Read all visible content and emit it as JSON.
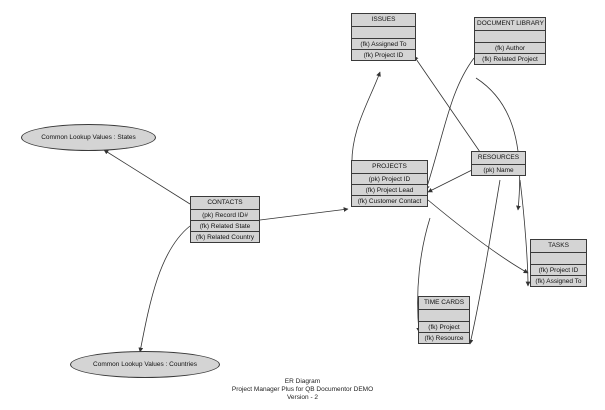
{
  "caption": {
    "line1": "ER Diagram",
    "line2": "Project Manager Plus for QB Documentor DEMO",
    "line3": "Version - 2"
  },
  "lookups": {
    "states": "Common Lookup Values : States",
    "countries": "Common Lookup Values : Countries"
  },
  "entities": {
    "issues": {
      "title": "ISSUES",
      "fields": [
        "(fk) Assigned To",
        "(fk) Project ID"
      ]
    },
    "document_library": {
      "title": "DOCUMENT LIBRARY",
      "fields": [
        "(fk) Author",
        "(fk) Related Project"
      ]
    },
    "contacts": {
      "title": "CONTACTS",
      "fields": [
        "(pk) Record ID#",
        "(fk) Related State",
        "(fk) Related Country"
      ]
    },
    "projects": {
      "title": "PROJECTS",
      "fields": [
        "(pk) Project ID",
        "(fk) Project Lead",
        "(fk) Customer Contact"
      ]
    },
    "resources": {
      "title": "RESOURCES",
      "fields": [
        "(pk) Name"
      ]
    },
    "tasks": {
      "title": "TASKS",
      "fields": [
        "(fk) Project ID",
        "(fk) Assigned To"
      ]
    },
    "time_cards": {
      "title": "TIME CARDS",
      "fields": [
        "(fk) Project",
        "(fk) Resource"
      ]
    }
  },
  "colors": {
    "entity_fill": "#d4d4d4",
    "border": "#3a3a3a",
    "line": "#333333"
  }
}
